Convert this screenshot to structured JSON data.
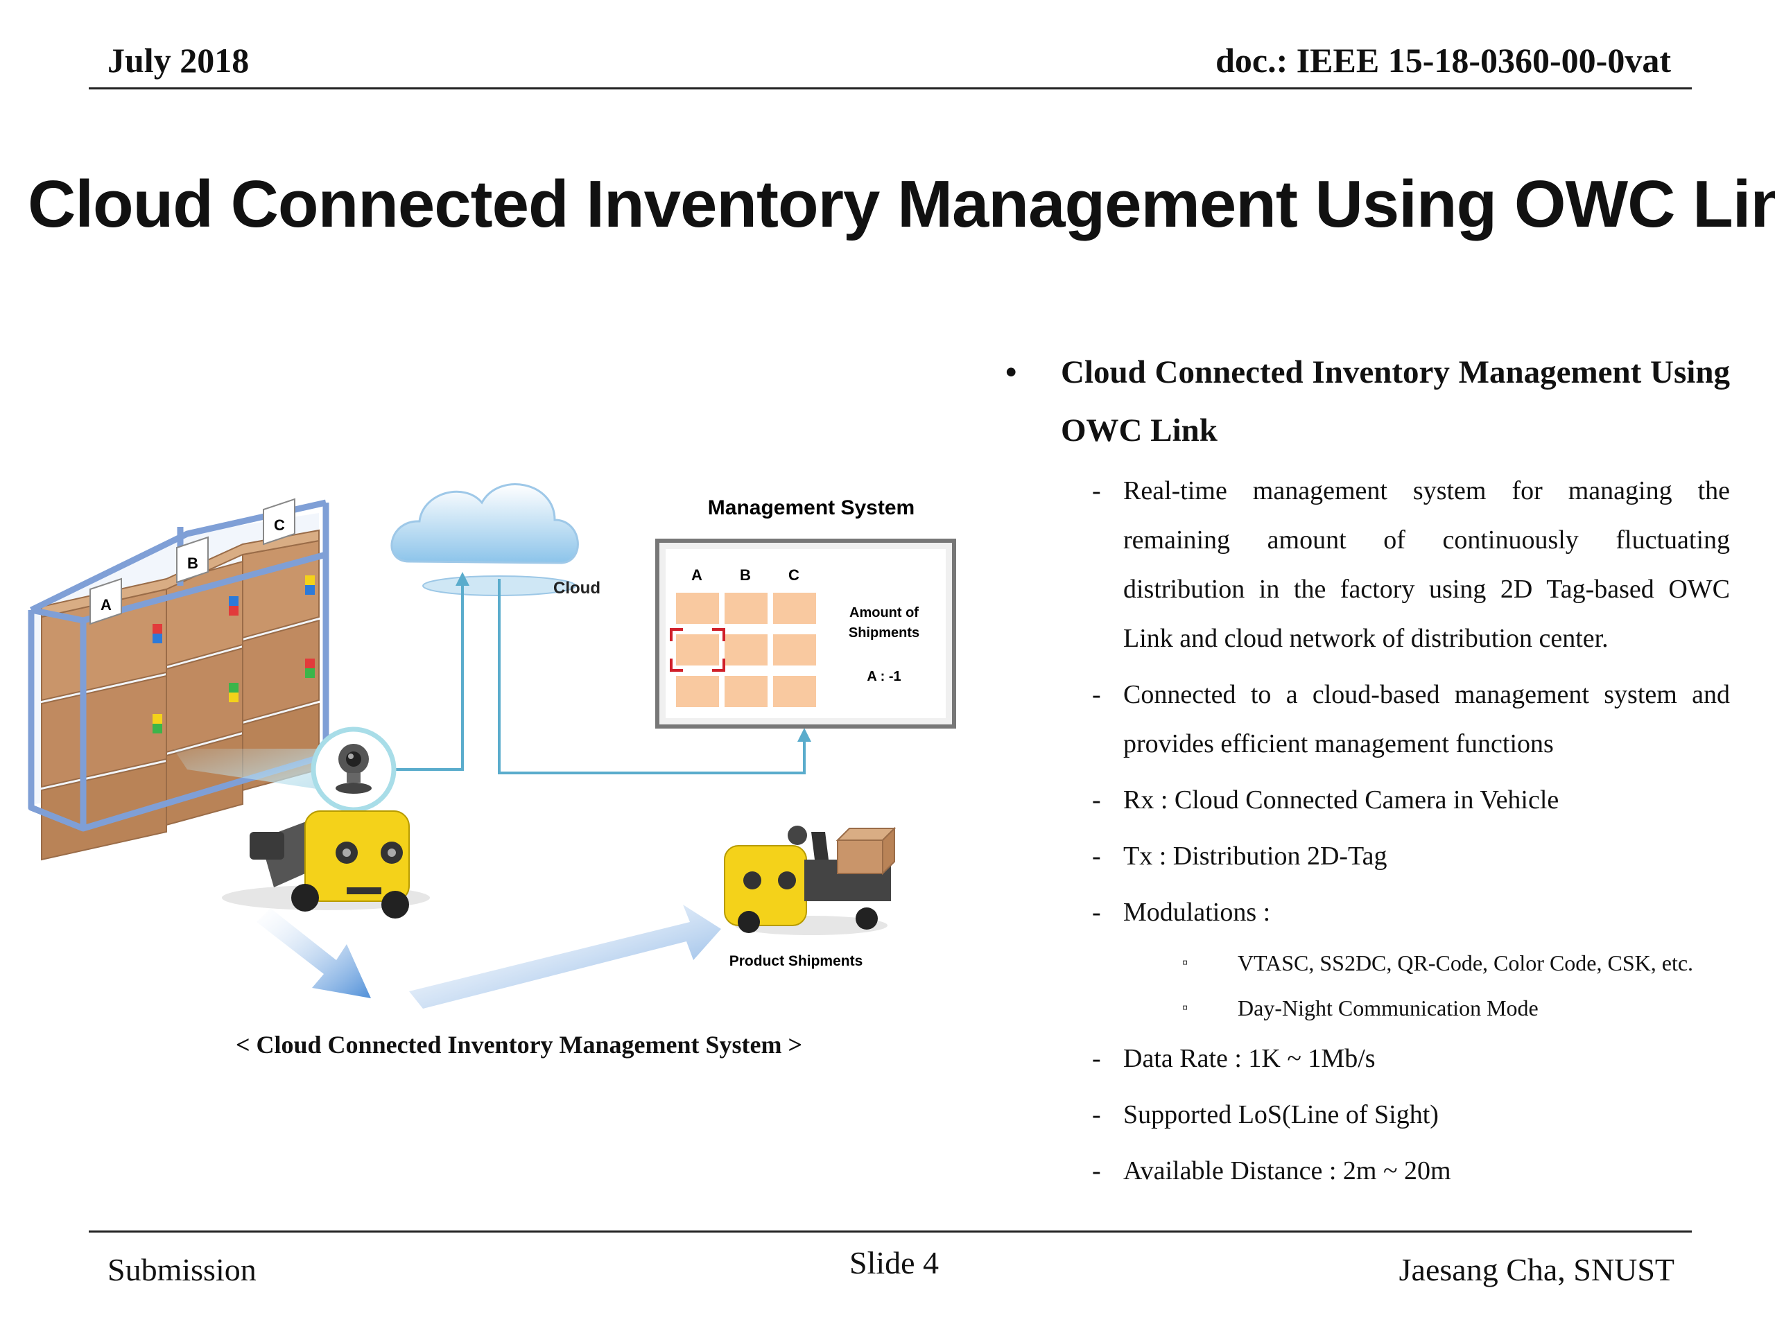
{
  "header": {
    "date": "July 2018",
    "doc": "doc.: IEEE 15-18-0360-00-0vat"
  },
  "title": "Cloud Connected Inventory Management Using OWC  Link",
  "bullet": {
    "heading": "Cloud Connected Inventory Management Using OWC Link",
    "items": [
      "Real-time management system for managing the remaining amount of continuously fluctuating distribution in the factory using 2D Tag-based OWC Link and cloud network of distribution center.",
      "Connected to a cloud-based management system and provides efficient management functions",
      "Rx : Cloud Connected Camera in Vehicle",
      "Tx : Distribution 2D-Tag",
      "Modulations :",
      "Data Rate : 1K ~ 1Mb/s",
      "Supported LoS(Line of Sight)",
      "Available Distance : 2m ~ 20m"
    ],
    "modulations": [
      "VTASC, SS2DC, QR-Code, Color Code, CSK, etc.",
      "Day-Night Communication Mode"
    ],
    "dash": "-",
    "dot": "•",
    "square": "▫"
  },
  "diagram": {
    "shelf_labels": [
      "A",
      "B",
      "C"
    ],
    "cloud_label": "Cloud",
    "management_title": "Management System",
    "columns": [
      "A",
      "B",
      "C"
    ],
    "amount_line1": "Amount of",
    "amount_line2": "Shipments",
    "amount_value": "A : -1",
    "product_label": "Product Shipments",
    "colors": {
      "accent": "#5aaccc",
      "box": "#f9c9a0",
      "cardboard": "#c9956a",
      "vehicle": "#f4d21a",
      "shelf": "#8aa8d8"
    }
  },
  "caption": "< Cloud Connected Inventory Management System >",
  "footer": {
    "left": "Submission",
    "center": "Slide 4",
    "right": "Jaesang Cha, SNUST"
  }
}
